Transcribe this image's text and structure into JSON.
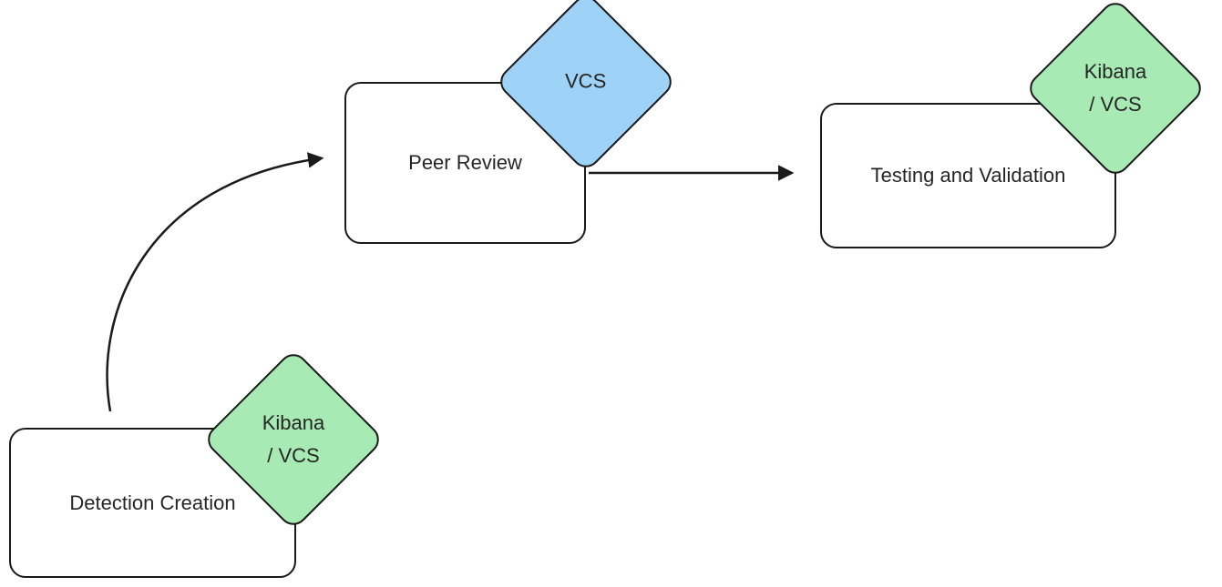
{
  "colors": {
    "canvas_bg": "#ffffff",
    "node_fill": "#ffffff",
    "stroke": "#1a1a1a",
    "text": "#262626",
    "badge_green": "#a7eab4",
    "badge_blue": "#9ed3f7"
  },
  "diagram": {
    "nodes": [
      {
        "id": "detection-creation",
        "label": "Detection Creation",
        "badge_line1": "Kibana",
        "badge_line2": "/ VCS",
        "badge_color": "#a7eab4"
      },
      {
        "id": "peer-review",
        "label": "Peer Review",
        "badge_line1": "VCS",
        "badge_line2": "",
        "badge_color": "#9ed3f7"
      },
      {
        "id": "testing-and-validation",
        "label": "Testing and Validation",
        "badge_line1": "Kibana",
        "badge_line2": "/ VCS",
        "badge_color": "#a7eab4"
      }
    ],
    "edges": [
      {
        "from": "detection-creation",
        "to": "peer-review",
        "style": "curved"
      },
      {
        "from": "peer-review",
        "to": "testing-and-validation",
        "style": "straight"
      }
    ]
  }
}
